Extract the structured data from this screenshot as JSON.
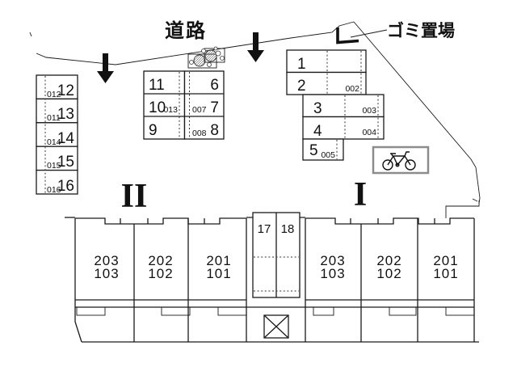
{
  "labels": {
    "road": "道路",
    "garbage": "ゴミ置場"
  },
  "colors": {
    "line": "#1a1a1a",
    "numeral": "#00008B",
    "bike_box_border": "#8c8c8c"
  },
  "parking": {
    "left_column": [
      {
        "num": "12",
        "code": "012"
      },
      {
        "num": "13",
        "code": "011"
      },
      {
        "num": "14",
        "code": "014"
      },
      {
        "num": "15",
        "code": "015"
      },
      {
        "num": "16",
        "code": "016"
      }
    ],
    "center_block": {
      "left": [
        {
          "num": "11"
        },
        {
          "num": "10",
          "code": "013"
        },
        {
          "num": "9"
        }
      ],
      "right": [
        {
          "num": "6"
        },
        {
          "num": "7",
          "code": "007"
        },
        {
          "num": "8",
          "code": "008"
        }
      ]
    },
    "north_block": [
      {
        "num": "1"
      },
      {
        "num": "2",
        "code": "002"
      }
    ],
    "east_block": [
      {
        "num": "3",
        "code": "003"
      },
      {
        "num": "4",
        "code": "004"
      }
    ],
    "single_block": [
      {
        "num": "5",
        "code": "005"
      }
    ],
    "tandem": [
      {
        "num": "17"
      },
      {
        "num": "18"
      }
    ]
  },
  "buildings": {
    "left": {
      "numeral": "II",
      "units": [
        {
          "upper": "203",
          "lower": "103"
        },
        {
          "upper": "202",
          "lower": "102"
        },
        {
          "upper": "201",
          "lower": "101"
        }
      ]
    },
    "right": {
      "numeral": "I",
      "units": [
        {
          "upper": "203",
          "lower": "103"
        },
        {
          "upper": "202",
          "lower": "102"
        },
        {
          "upper": "201",
          "lower": "101"
        }
      ]
    }
  }
}
